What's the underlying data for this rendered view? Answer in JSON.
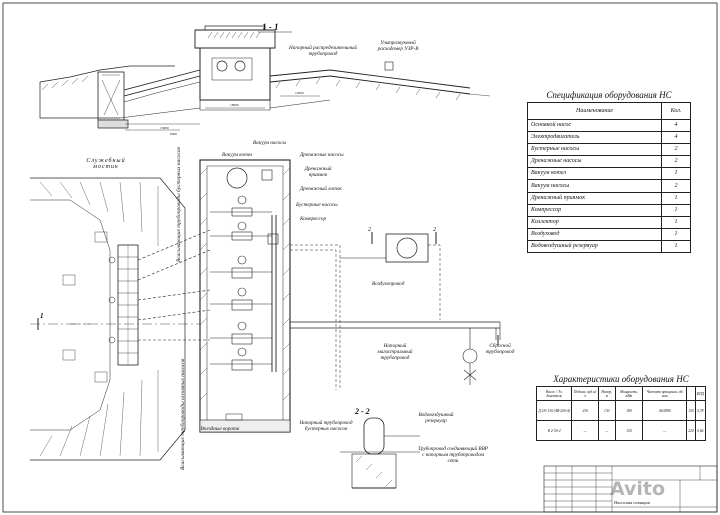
{
  "drawing": {
    "section_1_title": "1 - 1",
    "section_2_title": "2 - 2",
    "marker_1": "1",
    "marker_2": "2"
  },
  "labels": {
    "pressure_distribution_pipe": "Напорный распределительный трубопровод",
    "ultrasonic_flowmeter": "Ультразвуковой расходомер УЗР-В",
    "vacuum_boiler": "Вакуум котел",
    "vacuum_pumps": "Вакуум насосы",
    "drainage_pumps": "Дренажные насосы",
    "drainage_pit": "Дренажный приямок",
    "drainage_tray": "Дренажный лоток",
    "booster_pumps": "Бустерные насосы",
    "compressor": "Компрессор",
    "service_bridge": "Служебный мостик",
    "suction_pipes": "Всасывающие трубопроводы бустерных насосов",
    "air_pipe": "Воздухопровод",
    "main_pressure_pipe": "Напорный магистральный трубопровод",
    "discharge_pipe": "Сбросной трубопровод",
    "gates": "Въездные ворота",
    "suction_pipes_main": "Всасывающие трубопроводы основных насосов",
    "booster_pressure_pipe": "Напорный трубопровод бустерных насосов",
    "air_water_tank": "Водовоздушный резервуар",
    "connecting_pipe": "Трубопровод соединяющий ВВР с напорным трубопроводом сети"
  },
  "spec": {
    "title": "Спецификация оборудования НС",
    "col_name": "Наименование",
    "col_qty": "Кол.",
    "rows": [
      {
        "name": "Основной насос",
        "qty": "4"
      },
      {
        "name": "Электродвигатель",
        "qty": "4"
      },
      {
        "name": "Бустерные насосы",
        "qty": "2"
      },
      {
        "name": "Дренажные насосы",
        "qty": "2"
      },
      {
        "name": "Вакуум котел",
        "qty": "1"
      },
      {
        "name": "Вакуум насосы",
        "qty": "2"
      },
      {
        "name": "Дренажный приямок",
        "qty": "1"
      },
      {
        "name": "Компрессор",
        "qty": "1"
      },
      {
        "name": "Коллектор",
        "qty": "1"
      },
      {
        "name": "Воздуховод",
        "qty": "1"
      },
      {
        "name": "Водовоздушный резервуар",
        "qty": "1"
      }
    ]
  },
  "characteristics": {
    "title": "Характеристики оборудования НС",
    "headers": [
      "Насос / Эл. двигатель",
      "Подача, куб.м/ч",
      "Напор, м",
      "Мощность, кВт",
      "Частота вращения, об/мин",
      "",
      "КПД"
    ],
    "rows": [
      [
        "Д 2/0-130 (АВ-200-4)",
        "230",
        "130",
        "180",
        "46/2980",
        "105",
        "0,78"
      ],
      [
        "К 2-50-2",
        "—",
        "—",
        "150",
        "—",
        "220",
        "0,66"
      ]
    ]
  },
  "stamp": {
    "sheet_name": "Насосная станция"
  },
  "watermark": "Avito"
}
